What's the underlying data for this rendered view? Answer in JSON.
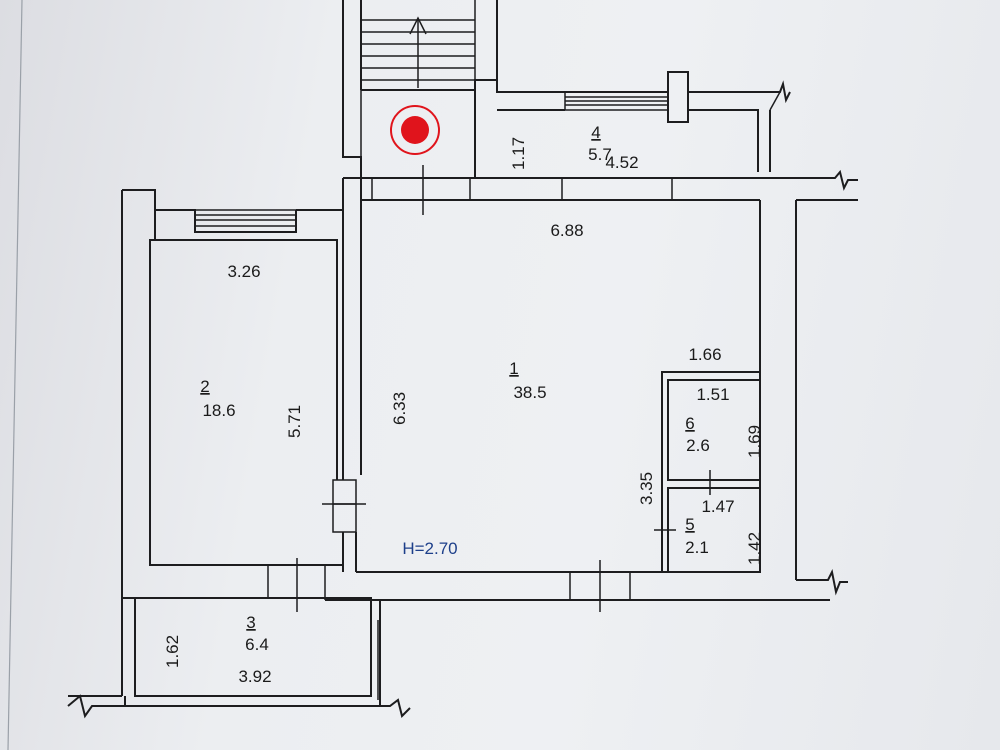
{
  "plan": {
    "height_label": "H=2.70",
    "rooms": [
      {
        "number": "1",
        "area": "38.5"
      },
      {
        "number": "2",
        "area": "18.6"
      },
      {
        "number": "3",
        "area": "6.4"
      },
      {
        "number": "4",
        "area": "5.7"
      },
      {
        "number": "5",
        "area": "2.1"
      },
      {
        "number": "6",
        "area": "2.6"
      }
    ],
    "dimensions": {
      "stair_width": "1.17",
      "balcony_length": "4.52",
      "room1_width": "6.88",
      "room1_height": "6.33",
      "room2_width": "3.26",
      "room2_height": "5.71",
      "wc_width_outer": "1.66",
      "wc_width": "1.51",
      "wc_height": "1.69",
      "bath_width": "1.47",
      "bath_height": "1.42",
      "bath_block_height": "3.35",
      "room3_height": "1.62",
      "room3_width": "3.92"
    },
    "marker_color": "#e0141c",
    "height_label_color": "#1d3f8a"
  }
}
